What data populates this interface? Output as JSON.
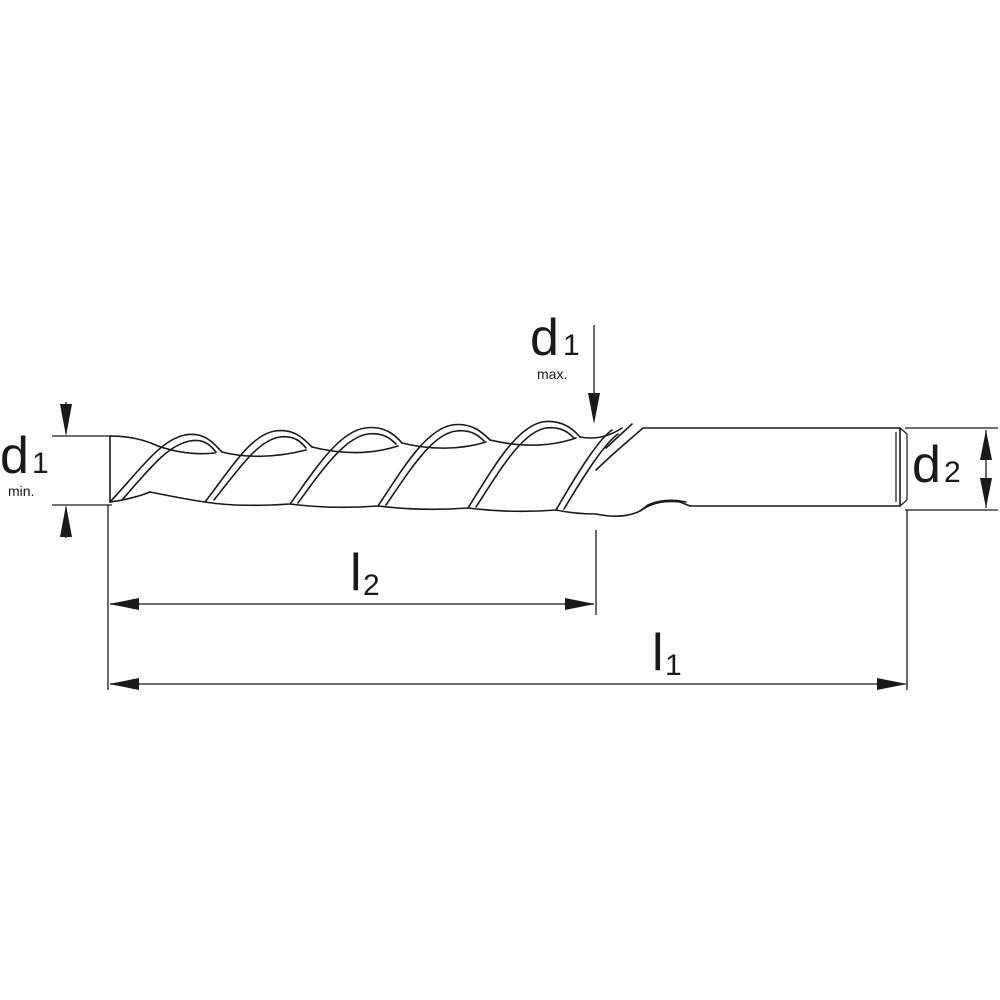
{
  "labels": {
    "d1_min": {
      "main": "d",
      "index": "1",
      "qualifier": "min."
    },
    "d1_max": {
      "main": "d",
      "index": "1",
      "qualifier": "max."
    },
    "d2": {
      "main": "d",
      "index": "2"
    },
    "l2": {
      "main": "l",
      "index": "2"
    },
    "l1": {
      "main": "l",
      "index": "1"
    }
  }
}
